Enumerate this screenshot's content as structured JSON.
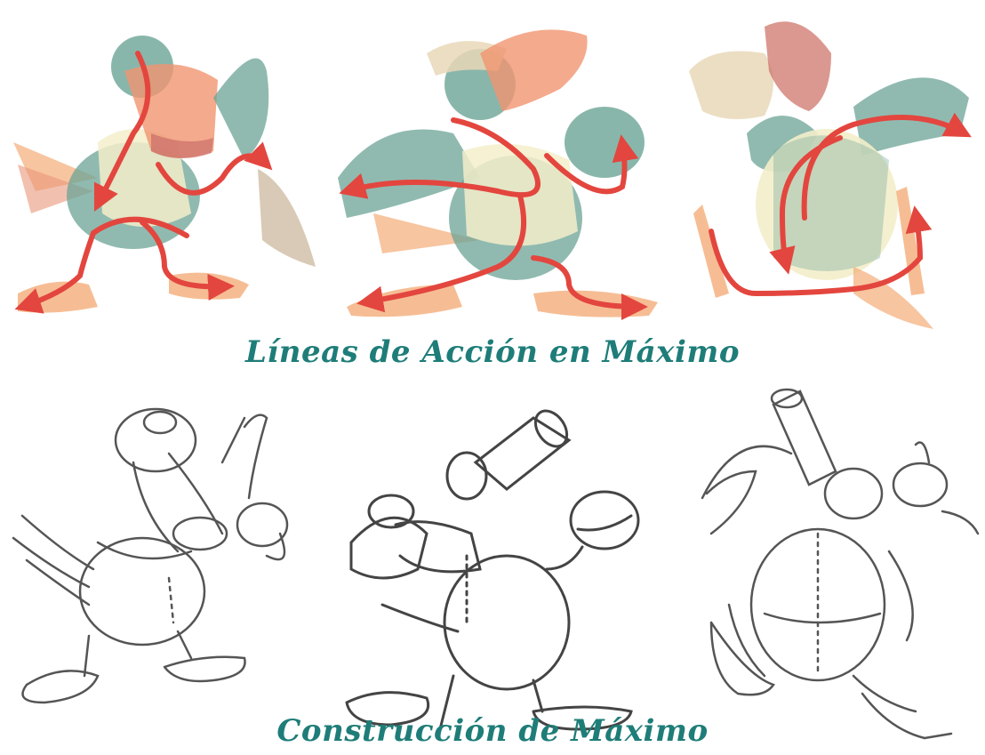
{
  "colors": {
    "caption": "#1e7d78",
    "action_line": "#e0322a",
    "body_teal": "#5b9a8b",
    "vest_cream": "#f2ecc4",
    "beak_orange": "#f08a60",
    "beak_tip": "#c9675e",
    "feet_orange": "#f2a46a",
    "hat_tan": "#e6d3b0",
    "sketch_line": "#555555"
  },
  "captions": {
    "top": "Líneas de Acción en Máximo",
    "bottom": "Construcción de Máximo"
  },
  "panels": {
    "top_row": [
      {
        "name": "pose-1-action-lines"
      },
      {
        "name": "pose-2-action-lines"
      },
      {
        "name": "pose-3-action-lines"
      }
    ],
    "bottom_row": [
      {
        "name": "pose-1-construction"
      },
      {
        "name": "pose-2-construction"
      },
      {
        "name": "pose-3-construction"
      }
    ]
  }
}
